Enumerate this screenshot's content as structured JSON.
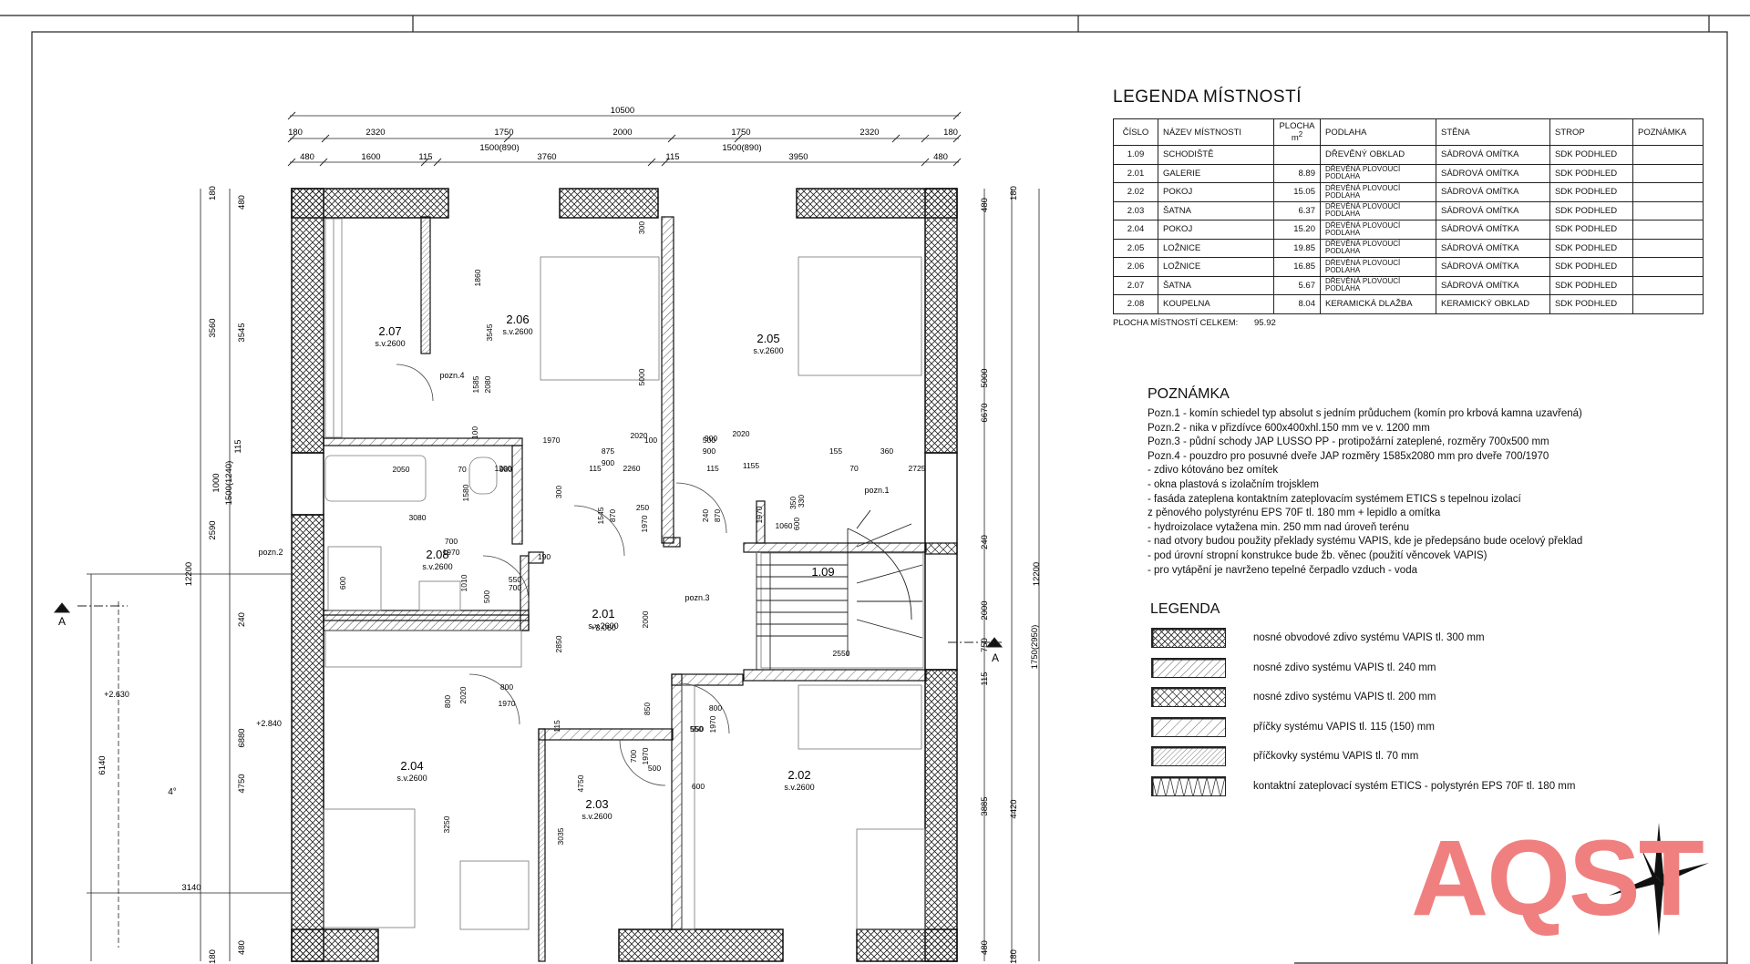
{
  "legend_title": "LEGENDA MÍSTNOSTÍ",
  "table": {
    "headers": {
      "num": "ČÍSLO",
      "name": "NÁZEV MÍSTNOSTI",
      "area": "PLOCHA",
      "area_unit": "m",
      "area_sup": "2",
      "floor": "PODLAHA",
      "wall": "STĚNA",
      "ceiling": "STROP",
      "note": "POZNÁMKA"
    },
    "rows": [
      {
        "num": "1.09",
        "name": "SCHODIŠTĚ",
        "area": "",
        "floor": "DŘEVĚNÝ OBKLAD",
        "wall": "SÁDROVÁ OMÍTKA",
        "ceiling": "SDK PODHLED"
      },
      {
        "num": "2.01",
        "name": "GALERIE",
        "area": "8.89",
        "floor": "DŘEVĚNÁ PLOVOUCÍ PODLAHA",
        "wall": "SÁDROVÁ OMÍTKA",
        "ceiling": "SDK PODHLED"
      },
      {
        "num": "2.02",
        "name": "POKOJ",
        "area": "15.05",
        "floor": "DŘEVĚNÁ PLOVOUCÍ PODLAHA",
        "wall": "SÁDROVÁ OMÍTKA",
        "ceiling": "SDK PODHLED"
      },
      {
        "num": "2.03",
        "name": "ŠATNA",
        "area": "6.37",
        "floor": "DŘEVĚNÁ PLOVOUCÍ PODLAHA",
        "wall": "SÁDROVÁ OMÍTKA",
        "ceiling": "SDK PODHLED"
      },
      {
        "num": "2.04",
        "name": "POKOJ",
        "area": "15.20",
        "floor": "DŘEVĚNÁ PLOVOUCÍ PODLAHA",
        "wall": "SÁDROVÁ OMÍTKA",
        "ceiling": "SDK PODHLED"
      },
      {
        "num": "2.05",
        "name": "LOŽNICE",
        "area": "19.85",
        "floor": "DŘEVĚNÁ PLOVOUCÍ PODLAHA",
        "wall": "SÁDROVÁ OMÍTKA",
        "ceiling": "SDK PODHLED"
      },
      {
        "num": "2.06",
        "name": "LOŽNICE",
        "area": "16.85",
        "floor": "DŘEVĚNÁ PLOVOUCÍ PODLAHA",
        "wall": "SÁDROVÁ OMÍTKA",
        "ceiling": "SDK PODHLED"
      },
      {
        "num": "2.07",
        "name": "ŠATNA",
        "area": "5.67",
        "floor": "DŘEVĚNÁ PLOVOUCÍ PODLAHA",
        "wall": "SÁDROVÁ OMÍTKA",
        "ceiling": "SDK PODHLED"
      },
      {
        "num": "2.08",
        "name": "KOUPELNA",
        "area": "8.04",
        "floor": "KERAMICKÁ DLAŽBA",
        "wall": "KERAMICKÝ OBKLAD",
        "ceiling": "SDK PODHLED"
      }
    ],
    "total_label": "PLOCHA MÍSTNOSTÍ CELKEM:",
    "total_value": "95.92"
  },
  "notes_title": "POZNÁMKA",
  "notes": [
    "Pozn.1 - komín schiedel typ absolut s jedním průduchem (komín pro krbová kamna uzavřená)",
    "Pozn.2 - nika v přizdívce 600x400xhl.150 mm ve v. 1200 mm",
    "Pozn.3 - půdní schody JAP LUSSO PP - protipožární zateplené, rozměry 700x500 mm",
    "Pozn.4 - pouzdro pro posuvné dveře JAP rozměry 1585x2080 mm pro dveře 700/1970",
    "- zdivo kótováno bez omítek",
    "- okna plastová s izolačním trojsklem",
    "- fasáda zateplena kontaktním zateplovacím systémem ETICS s tepelnou izolací",
    "  z pěnového polystyrénu EPS 70F tl. 180 mm + lepidlo a omítka",
    "- hydroizolace vytažena min. 250 mm nad úroveň terénu",
    "- nad otvory budou použity překlady systému VAPIS, kde je předepsáno bude ocelový překlad",
    "- pod úrovní stropní konstrukce bude žb. věnec (použití věncovek VAPIS)",
    "- pro vytápění je navrženo tepelné čerpadlo vzduch - voda"
  ],
  "legend2_title": "LEGENDA",
  "legend2": [
    {
      "text": "nosné obvodové zdivo systému VAPIS  tl. 300 mm",
      "pattern": "cross"
    },
    {
      "text": "nosné zdivo systému VAPIS  tl. 240 mm",
      "pattern": "diag"
    },
    {
      "text": "nosné zdivo systému VAPIS  tl. 200 mm",
      "pattern": "cross2"
    },
    {
      "text": "příčky systému VAPIS  tl. 115 (150) mm",
      "pattern": "diag2"
    },
    {
      "text": "příčkovky systému VAPIS  tl. 70 mm",
      "pattern": "diag3"
    },
    {
      "text": "kontaktní zateplovací systém ETICS - polystyrén EPS 70F tl. 180 mm",
      "pattern": "wave"
    }
  ],
  "logo_text": "AQST",
  "colors": {
    "logo": "#f08080",
    "line": "#111111"
  },
  "plan": {
    "rooms": [
      {
        "id": "2.07",
        "h": "s.v.2600"
      },
      {
        "id": "2.06",
        "h": "s.v.2600"
      },
      {
        "id": "2.05",
        "h": "s.v.2600"
      },
      {
        "id": "2.08",
        "h": "s.v.2600"
      },
      {
        "id": "2.01",
        "h": "s.v.2600",
        "lvl": "+3.060"
      },
      {
        "id": "1.09",
        "h": ""
      },
      {
        "id": "2.04",
        "h": "s.v.2600"
      },
      {
        "id": "2.03",
        "h": "s.v.2600"
      },
      {
        "id": "2.02",
        "h": "s.v.2600"
      }
    ],
    "dims_top1": [
      "180",
      "2320",
      "1750",
      "2000",
      "1750",
      "2320",
      "180"
    ],
    "dims_top_total": "10500",
    "dims_top1b": [
      "1500(890)",
      "1500(890)"
    ],
    "dims_top2": [
      "480",
      "1600",
      "115",
      "3760",
      "115",
      "3950",
      "480"
    ],
    "dims_left1": [
      "180",
      "3560",
      "1000",
      "1500(1240)",
      "2590",
      "12200"
    ],
    "dims_left2": [
      "480",
      "3545",
      "115",
      "240",
      "6880",
      "4750",
      "480",
      "180"
    ],
    "dims_right1": [
      "480",
      "180",
      "5000",
      "6670",
      "240",
      "2000",
      "750",
      "1750(2950)",
      "115",
      "12200",
      "3885",
      "4420",
      "480",
      "180"
    ],
    "labels": {
      "pozn1": "pozn.1",
      "pozn2": "pozn.2",
      "pozn3": "pozn.3",
      "pozn4": "pozn.4",
      "sectionA": "A",
      "lvl_a": "+2.630",
      "lvl_b": "+2.840",
      "slope": "4°",
      "d6140": "6140",
      "d3140": "3140"
    },
    "inner": [
      "2050",
      "3080",
      "70",
      "980",
      "1580",
      "600",
      "1010",
      "700",
      "1970",
      "500",
      "190",
      "550",
      "700",
      "1970",
      "875",
      "900",
      "2020",
      "100",
      "500",
      "900",
      "2020",
      "155",
      "360",
      "1200",
      "115",
      "2260",
      "115",
      "1155",
      "70",
      "2725",
      "300",
      "1545",
      "870",
      "1970",
      "240",
      "870",
      "1970",
      "600",
      "350",
      "330",
      "2550",
      "1060",
      "2850",
      "2000",
      "800",
      "1970",
      "800",
      "1970",
      "850",
      "550",
      "700",
      "1970",
      "500",
      "600",
      "2020",
      "800",
      "3250",
      "115",
      "3035",
      "1860",
      "3545",
      "2080",
      "1585",
      "100",
      "5000",
      "300",
      "900",
      "250",
      "550",
      "4750"
    ]
  }
}
